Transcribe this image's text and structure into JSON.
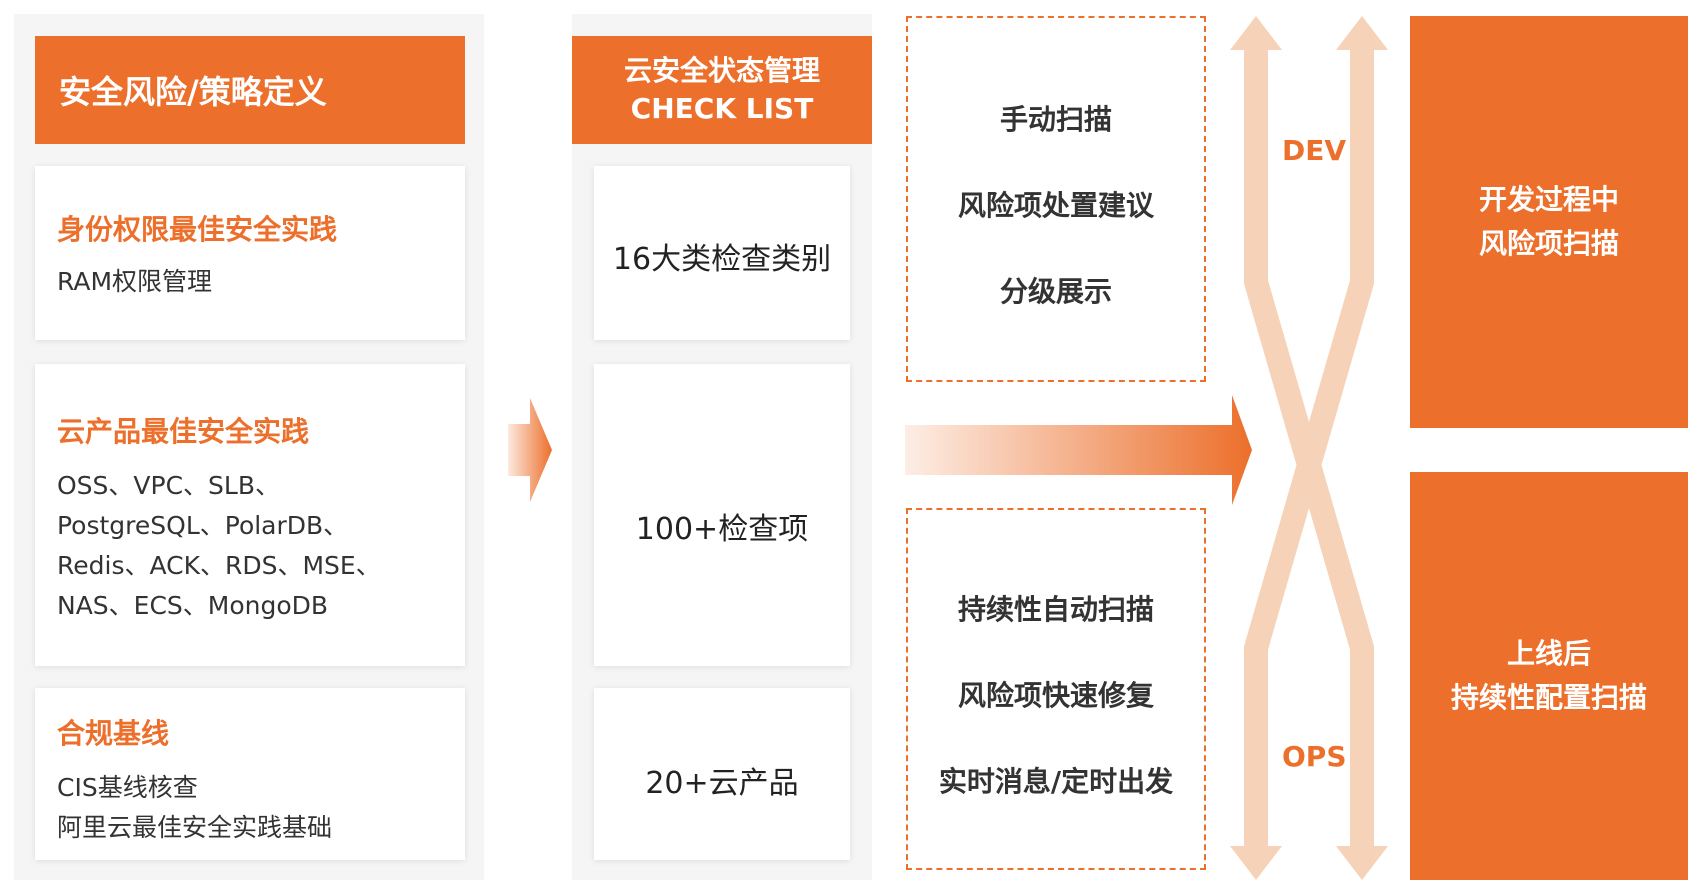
{
  "left_panel": {
    "header": "安全风险/策略定义",
    "cards": [
      {
        "title": "身份权限最佳安全实践",
        "lines": [
          "RAM权限管理"
        ]
      },
      {
        "title": "云产品最佳安全实践",
        "lines": [
          "OSS、VPC、SLB、",
          "PostgreSQL、PolarDB、",
          "Redis、ACK、RDS、MSE、",
          "NAS、ECS、MongoDB"
        ]
      },
      {
        "title": "合规基线",
        "lines": [
          "CIS基线核查",
          "阿里云最佳安全实践基础"
        ]
      }
    ]
  },
  "middle_panel": {
    "header_line1": "云安全状态管理",
    "header_line2": "CHECK LIST",
    "cards": [
      "16大类检查类别",
      "100+检查项",
      "20+云产品"
    ]
  },
  "dev_box": {
    "items": [
      "手动扫描",
      "风险项处置建议",
      "分级展示"
    ]
  },
  "ops_box": {
    "items": [
      "持续性自动扫描",
      "风险项快速修复",
      "实时消息/定时出发"
    ]
  },
  "flow_labels": {
    "dev": "DEV",
    "ops": "OPS"
  },
  "stages": {
    "dev": {
      "line1": "开发过程中",
      "line2": "风险项扫描"
    },
    "ops": {
      "line1": "上线后",
      "line2": "持续性配置扫描"
    }
  },
  "colors": {
    "accent": "#ec6f2b",
    "light_accent": "#f6d2b8",
    "panel_bg": "#f5f5f5"
  }
}
